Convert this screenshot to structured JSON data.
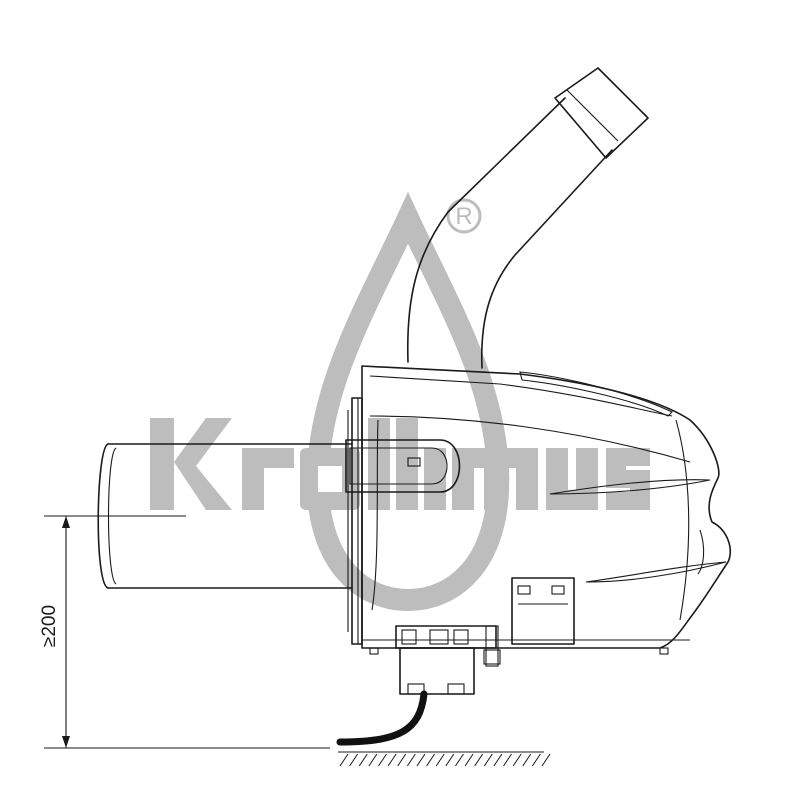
{
  "dimension": {
    "min_clearance_label": "≥200"
  },
  "watermark": {
    "registered_mark": "R",
    "color": "#bdbdbd"
  },
  "drawing": {
    "line_color": "#1a1a1a",
    "hatch_count": 22
  }
}
